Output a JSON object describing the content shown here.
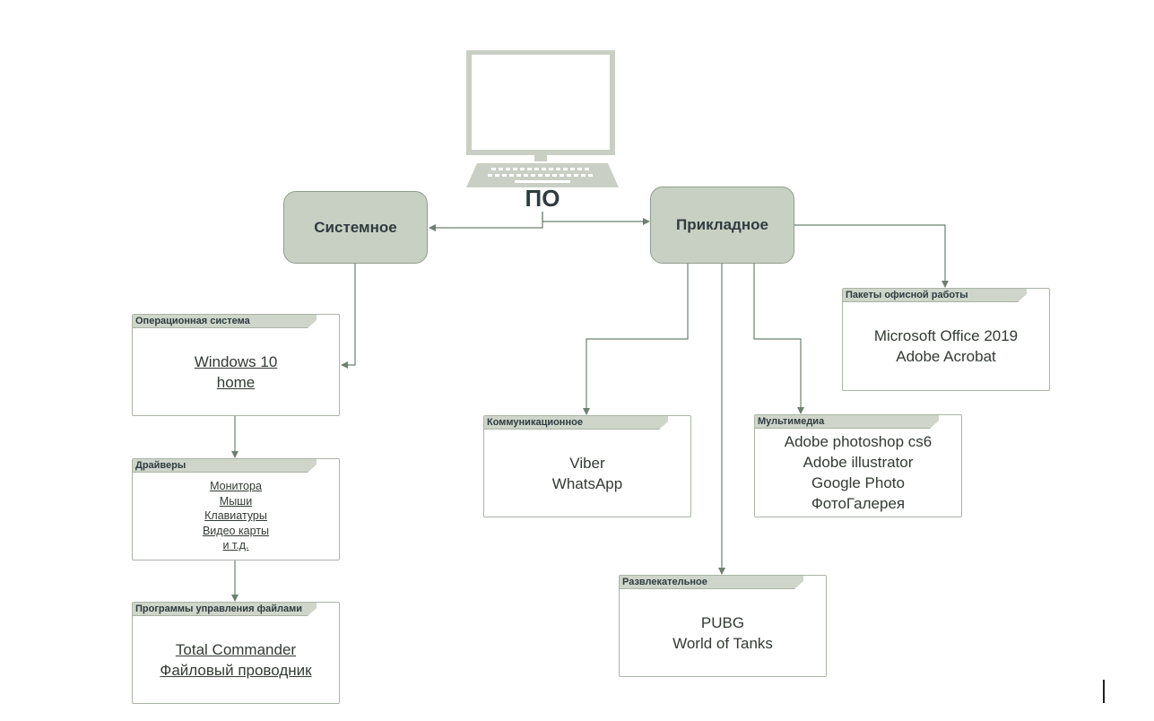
{
  "diagram": {
    "root": {
      "label": "ПО"
    },
    "categories": {
      "system": {
        "label": "Системное"
      },
      "applied": {
        "label": "Прикладное"
      }
    },
    "groups": {
      "os": {
        "title": "Операционная система",
        "items": [
          "Windows 10",
          "home"
        ]
      },
      "drivers": {
        "title": "Драйверы",
        "items": [
          "Монитора",
          "Мыши",
          "Клавиатуры",
          "Видео карты",
          "и т.д."
        ]
      },
      "file_managers": {
        "title": "Программы управления файлами",
        "items": [
          "Total Commander",
          "Файловый проводник"
        ]
      },
      "communication": {
        "title": "Коммуникационное",
        "items": [
          "Viber",
          "WhatsApp"
        ]
      },
      "multimedia": {
        "title": "Мультимедиа",
        "items": [
          "Adobe photoshop cs6",
          "Adobe illustrator",
          "Google Photo",
          "ФотоГалерея"
        ]
      },
      "entertainment": {
        "title": "Развлекательное",
        "items": [
          "PUBG",
          "World of Tanks"
        ]
      },
      "office": {
        "title": "Пакеты офисной работы",
        "items": [
          "Microsoft Office 2019",
          "Adobe Acrobat"
        ]
      }
    }
  },
  "colors": {
    "node_fill": "#c8d0c4",
    "node_border": "#8f9d8c",
    "connector": "#6e7f70",
    "frame_border": "#a9b4a6",
    "text": "#2f3b3f"
  }
}
